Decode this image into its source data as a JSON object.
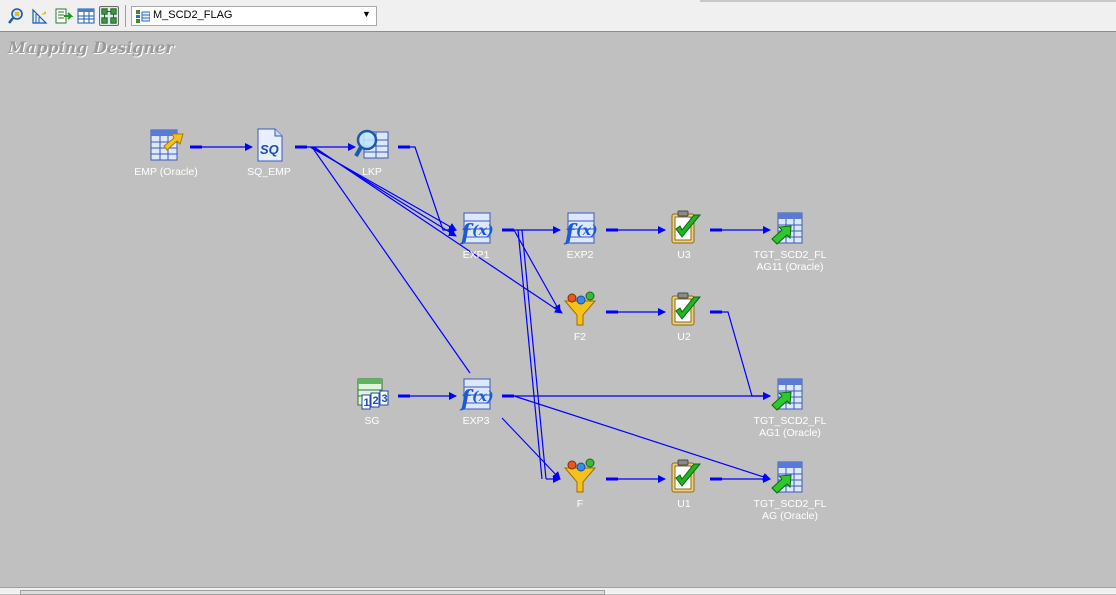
{
  "toolbar": {
    "buttons": [
      {
        "name": "source-analyzer-button",
        "icon": "source-analyzer-icon"
      },
      {
        "name": "target-designer-button",
        "icon": "target-designer-icon"
      },
      {
        "name": "transformation-developer-button",
        "icon": "transformation-developer-icon"
      },
      {
        "name": "mapplet-designer-button",
        "icon": "mapplet-designer-icon"
      },
      {
        "name": "mapping-designer-button",
        "icon": "mapping-designer-icon",
        "active": true
      }
    ],
    "mapping_select": {
      "value": "M_SCD2_FLAG",
      "icon": "mapping-icon"
    }
  },
  "canvas": {
    "title": "Mapping Designer",
    "nodes": [
      {
        "id": "emp",
        "label": "EMP (Oracle)",
        "icon": "source-table-icon"
      },
      {
        "id": "sq_emp",
        "label": "SQ_EMP",
        "icon": "source-qualifier-icon"
      },
      {
        "id": "lkp",
        "label": "LKP",
        "icon": "lookup-icon"
      },
      {
        "id": "exp1",
        "label": "EXP1",
        "icon": "expression-icon"
      },
      {
        "id": "exp2",
        "label": "EXP2",
        "icon": "expression-icon"
      },
      {
        "id": "u3",
        "label": "U3",
        "icon": "update-strategy-icon"
      },
      {
        "id": "tgt11",
        "label": "TGT_SCD2_FLAG11 (Oracle)",
        "label_line1": "TGT_SCD2_FL",
        "label_line2": "AG11 (Oracle)",
        "icon": "target-table-icon"
      },
      {
        "id": "f2",
        "label": "F2",
        "icon": "filter-icon"
      },
      {
        "id": "u2",
        "label": "U2",
        "icon": "update-strategy-icon"
      },
      {
        "id": "sg",
        "label": "SG",
        "icon": "sequence-generator-icon"
      },
      {
        "id": "exp3",
        "label": "EXP3",
        "icon": "expression-icon"
      },
      {
        "id": "tgt1",
        "label": "TGT_SCD2_FLAG1 (Oracle)",
        "label_line1": "TGT_SCD2_FL",
        "label_line2": "AG1 (Oracle)",
        "icon": "target-table-icon"
      },
      {
        "id": "f",
        "label": "F",
        "icon": "filter-icon"
      },
      {
        "id": "u1",
        "label": "U1",
        "icon": "update-strategy-icon"
      },
      {
        "id": "tgt",
        "label": "TGT_SCD2_FLAG (Oracle)",
        "label_line1": "TGT_SCD2_FL",
        "label_line2": "AG (Oracle)",
        "icon": "target-table-icon"
      }
    ],
    "links": [
      [
        "emp",
        "sq_emp"
      ],
      [
        "sq_emp",
        "lkp"
      ],
      [
        "sq_emp",
        "exp1"
      ],
      [
        "sq_emp",
        "exp3"
      ],
      [
        "sq_emp",
        "f2"
      ],
      [
        "lkp",
        "exp1"
      ],
      [
        "exp1",
        "exp2"
      ],
      [
        "exp1",
        "f2"
      ],
      [
        "exp1",
        "f"
      ],
      [
        "exp2",
        "u3"
      ],
      [
        "u3",
        "tgt11"
      ],
      [
        "f2",
        "u2"
      ],
      [
        "u2",
        "tgt1"
      ],
      [
        "sg",
        "exp3"
      ],
      [
        "exp3",
        "tgt1"
      ],
      [
        "exp3",
        "f"
      ],
      [
        "exp3",
        "tgt"
      ],
      [
        "f",
        "u1"
      ],
      [
        "u1",
        "tgt"
      ]
    ]
  },
  "colors": {
    "canvas": "#c0c0c0",
    "link": "#0000ff",
    "label": "#ffffff"
  }
}
